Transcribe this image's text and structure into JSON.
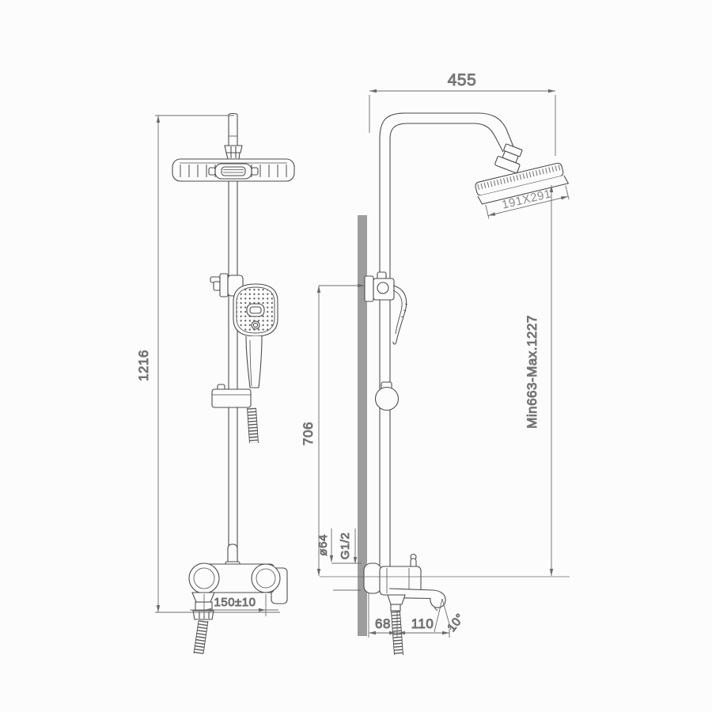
{
  "drawing": {
    "title": "shower-system-technical-drawing",
    "colors": {
      "background": "#fcfcfc",
      "line": "#4d4d4d",
      "dim_line": "#6b6b6b",
      "dim_text": "#8a8a8a",
      "wall_fill": "#9d9d9d"
    },
    "dimensions": {
      "top_width": "455",
      "head_size": "191X291",
      "overall_height": "1216",
      "bar_height": "706",
      "adjustable_range": "Min663-Max.1227",
      "inlet_spacing": "150±10",
      "flange_diameter": "ø64",
      "thread_size": "G1/2",
      "wall_offset": "68",
      "spout_reach": "110",
      "spout_angle": "10°"
    }
  }
}
